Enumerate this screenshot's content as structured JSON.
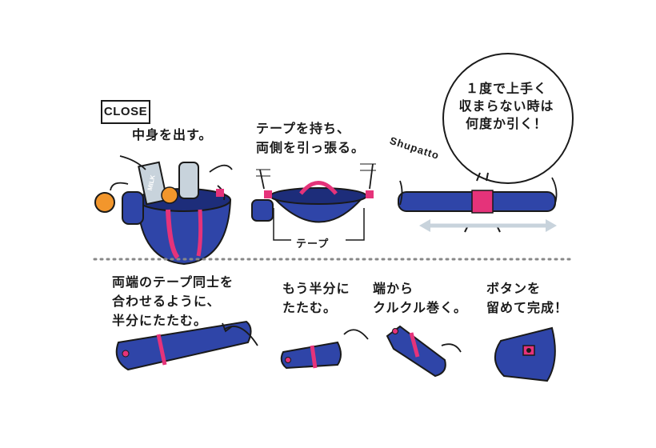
{
  "colors": {
    "navy": "#2f45a8",
    "navy_dark": "#1d2d7a",
    "pink": "#e5337a",
    "orange": "#f2962c",
    "gray_blue": "#c8d3dc",
    "ink": "#1a1a1a"
  },
  "top": {
    "badge": "CLOSE",
    "step1": {
      "line1": "中身を出す。"
    },
    "step2": {
      "line1": "テープを持ち、",
      "line2": "両側を引っ張る。",
      "tape_label": "テープ"
    },
    "step3": {
      "sound": "Shupatto",
      "bubble": {
        "line1": "１度で上手く",
        "line2": "収まらない時は",
        "line3": "何度か引く！"
      }
    },
    "milk_label": "MILK"
  },
  "bottom": {
    "step4": {
      "line1": "両端のテープ同士を",
      "line2": "合わせるように、",
      "line3": "半分にたたむ。"
    },
    "step5": {
      "line1": "もう半分に",
      "line2": "たたむ。"
    },
    "step6": {
      "line1": "端から",
      "line2": "クルクル巻く。"
    },
    "step7": {
      "line1": "ボタンを",
      "line2": "留めて完成！"
    }
  }
}
